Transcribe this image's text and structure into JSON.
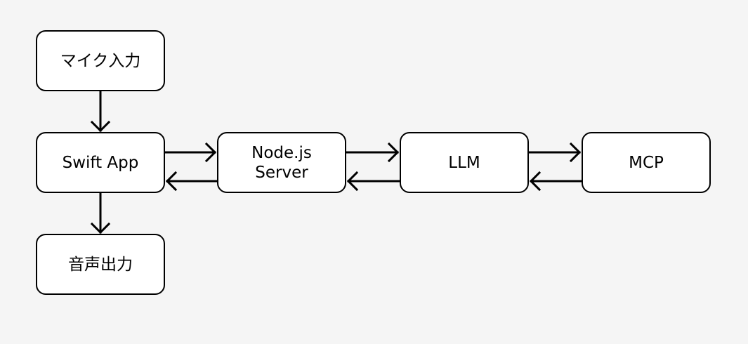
{
  "diagram": {
    "nodes": {
      "mic": "マイク入力",
      "swift": "Swift App",
      "audio": "音声出力",
      "node": "Node.js\nServer",
      "llm": "LLM",
      "mcp": "MCP"
    },
    "edges": [
      {
        "from": "mic",
        "to": "swift"
      },
      {
        "from": "swift",
        "to": "audio"
      },
      {
        "from": "swift",
        "to": "node"
      },
      {
        "from": "node",
        "to": "swift"
      },
      {
        "from": "node",
        "to": "llm"
      },
      {
        "from": "llm",
        "to": "node"
      },
      {
        "from": "llm",
        "to": "mcp"
      },
      {
        "from": "mcp",
        "to": "llm"
      }
    ],
    "colors": {
      "background": "#f5f5f5",
      "node_fill": "#ffffff",
      "stroke": "#000000"
    }
  }
}
